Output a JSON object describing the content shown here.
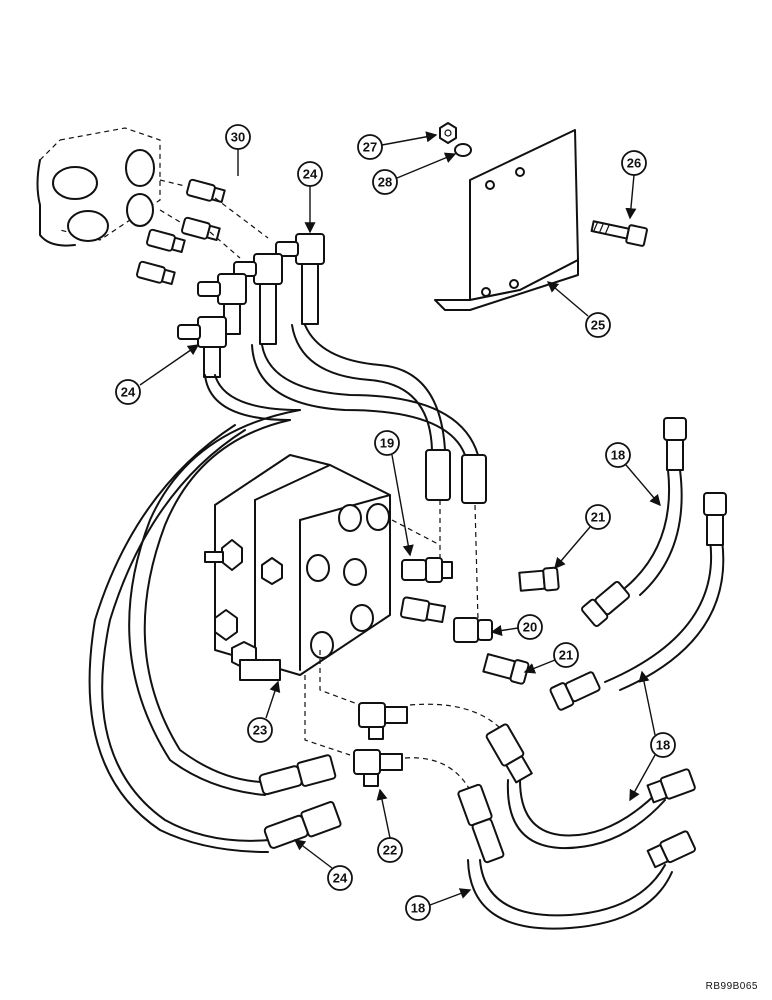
{
  "figure_code": "RB99B065",
  "callouts": {
    "c18a": "18",
    "c18b": "18",
    "c18c": "18",
    "c19": "19",
    "c20": "20",
    "c21a": "21",
    "c21b": "21",
    "c22": "22",
    "c23": "23",
    "c24a": "24",
    "c24b": "24",
    "c24c": "24",
    "c25": "25",
    "c26": "26",
    "c27": "27",
    "c28": "28",
    "c30": "30"
  }
}
